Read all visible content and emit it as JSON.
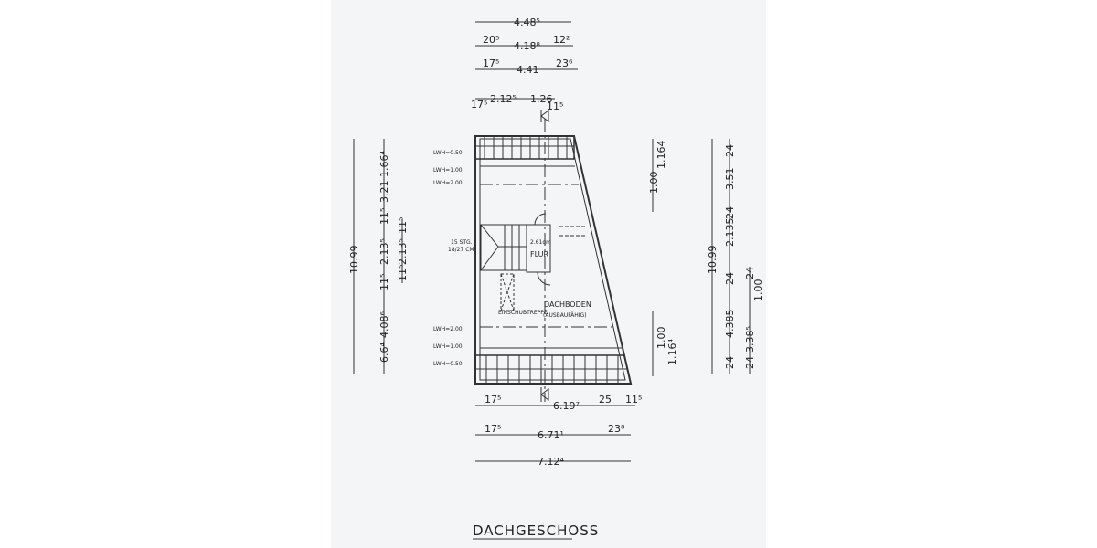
{
  "title": "DACHGESCHOSS",
  "rooms": {
    "flur": {
      "name": "FLUR",
      "area": "2.61qm"
    },
    "dachboden": {
      "name": "DACHBODEN",
      "note": "(AUSBAUFÄHIG)"
    },
    "einschubtreppe": "EINSCHUBTREPPE",
    "stairs": {
      "steps": "15 STG.",
      "ratio": "18/27 CM"
    }
  },
  "heights": [
    "LWH=0.50",
    "LWH=1.00",
    "LWH=2.00",
    "LWH=2.00",
    "LWH=1.00",
    "LWH=0.50"
  ],
  "top_dims": {
    "row1": "4.48⁵",
    "row2": [
      "20⁵",
      "4.18⁸",
      "12²"
    ],
    "row3": [
      "17⁵",
      "4.41",
      "23⁶"
    ],
    "row4": [
      "17⁵",
      "2.12⁵",
      "1.26",
      "11⁵"
    ]
  },
  "bottom_dims": {
    "row1": [
      "17⁵",
      "6.19⁷",
      "25",
      "11⁵"
    ],
    "row2": [
      "17⁵",
      "6.71¹",
      "23⁸"
    ],
    "row3": "7.12⁴"
  },
  "left_dims": {
    "total": "10.99",
    "chain": [
      "6.6⁴",
      "4.08⁶",
      "11⁵",
      "2.13⁵",
      "11⁵",
      "3.21",
      "1.66⁴"
    ],
    "inner": [
      "11⁵",
      "2.13⁵",
      "11⁵"
    ]
  },
  "right_dims": {
    "inner_top": [
      "1.00",
      "1.164"
    ],
    "inner_bottom": [
      "1.00",
      "1.16⁴"
    ],
    "total": "10.99",
    "chain": [
      "24",
      "4.385",
      "24",
      "2.135",
      "24",
      "3.51",
      "24"
    ],
    "chain2": [
      "24",
      "3.38⁵",
      "1.00",
      "24"
    ]
  }
}
